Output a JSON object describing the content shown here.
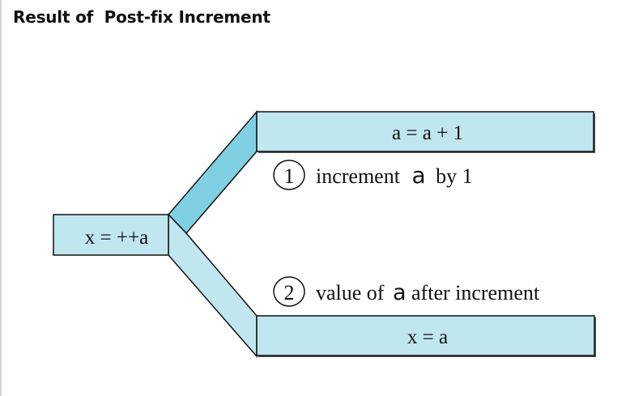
{
  "title": "Result of  Post-fix Increment",
  "colors": {
    "box_fill": "#c0e6f0",
    "upper_arm_fill": "#7ed0e2",
    "stroke": "#111111"
  },
  "boxes": {
    "source": "x = ++a",
    "top": "a = a + 1",
    "bottom": "x = a"
  },
  "steps": [
    {
      "number": "1",
      "text_before": "increment ",
      "variable": "a",
      "text_after": " by 1"
    },
    {
      "number": "2",
      "text_before": "value of ",
      "variable": "a",
      "text_after": " after increment"
    }
  ]
}
